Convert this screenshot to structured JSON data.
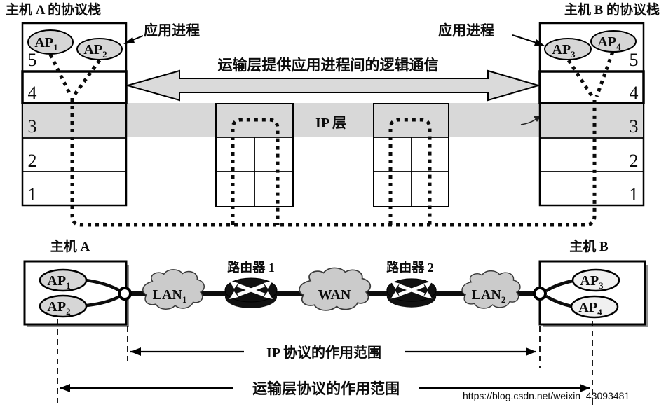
{
  "colors": {
    "band": "#d8d8d8",
    "arrow_fill": "#dadada",
    "cloud_fill": "#cbcbcb",
    "ellipse_fill": "#d6d6d6",
    "ellipse_fill_light": "#f0f0f0",
    "router_fill": "#111111",
    "watermark": "#c3c9d4"
  },
  "top": {
    "host_a_title": "主机 A 的协议栈",
    "host_b_title": "主机 B 的协议栈",
    "app_process_label_left": "应用进程",
    "app_process_label_right": "应用进程",
    "transport_arrow_label": "运输层提供应用进程间的逻辑通信",
    "ip_layer_label": "IP 层",
    "stack_a_layers": [
      "5",
      "4",
      "3",
      "2",
      "1"
    ],
    "stack_b_layers": [
      "5",
      "4",
      "3",
      "2",
      "1"
    ]
  },
  "aps": {
    "ap1": {
      "base": "AP",
      "sub": "1"
    },
    "ap2": {
      "base": "AP",
      "sub": "2"
    },
    "ap3": {
      "base": "AP",
      "sub": "3"
    },
    "ap4": {
      "base": "AP",
      "sub": "4"
    }
  },
  "bottom": {
    "host_a_label": "主机 A",
    "host_b_label": "主机 B",
    "router1_label": "路由器 1",
    "router2_label": "路由器 2",
    "lan1": {
      "base": "LAN",
      "sub": "1"
    },
    "wan_label": "WAN",
    "lan2": {
      "base": "LAN",
      "sub": "2"
    },
    "ip_scope_label": "IP 协议的作用范围",
    "transport_scope_label": "运输层协议的作用范围"
  },
  "watermark": "https://blog.csdn.net/weixin_43093481"
}
